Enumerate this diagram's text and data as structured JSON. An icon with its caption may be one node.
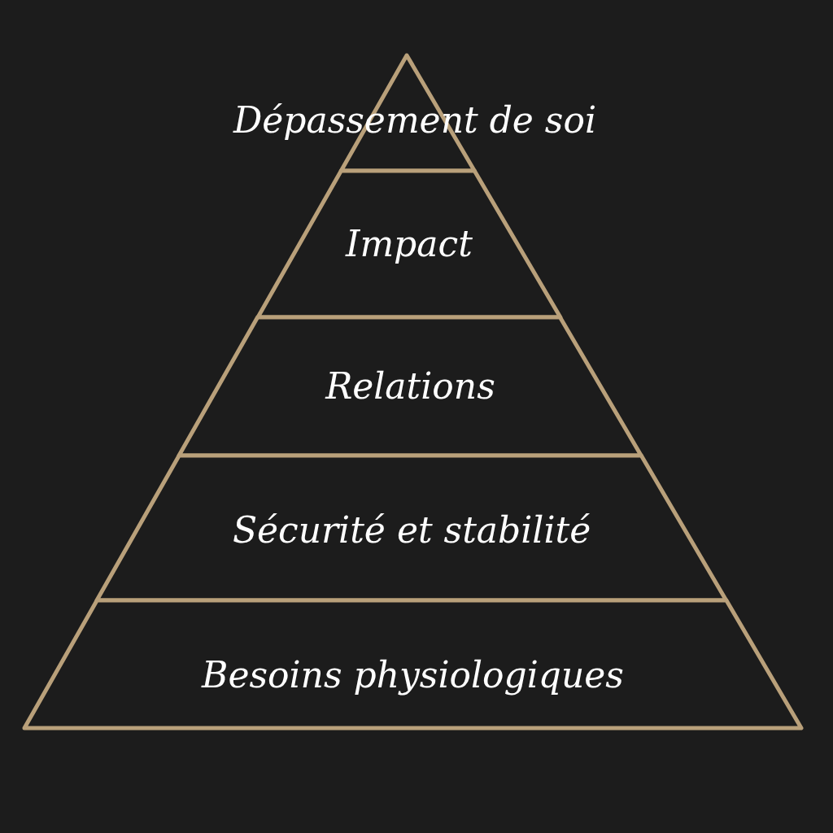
{
  "diagram": {
    "nodes": [
      {
        "text": [
          "Dépassement de soi"
        ]
      },
      {
        "text": [
          "Impact"
        ]
      },
      {
        "text": [
          "Relations"
        ]
      },
      {
        "text": [
          "Sécurité et stabilité"
        ]
      },
      {
        "text": [
          "Besoins physiologiques"
        ]
      }
    ]
  }
}
